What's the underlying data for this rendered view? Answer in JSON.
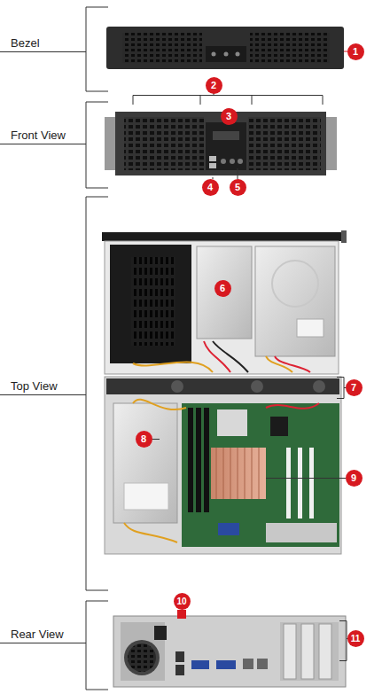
{
  "diagram": {
    "nodes": [
      {
        "text": [
          "1"
        ]
      },
      {
        "text": [
          "2"
        ]
      },
      {
        "text": [
          "3"
        ]
      },
      {
        "text": [
          "4"
        ]
      },
      {
        "text": [
          "5"
        ]
      },
      {
        "text": [
          "6"
        ]
      },
      {
        "text": [
          "7"
        ]
      },
      {
        "text": [
          "8"
        ]
      },
      {
        "text": [
          "9"
        ]
      },
      {
        "text": [
          "10"
        ]
      },
      {
        "text": [
          "11"
        ]
      }
    ],
    "labels": [
      "Bezel",
      "Front View",
      "Top View",
      "Rear View"
    ]
  }
}
